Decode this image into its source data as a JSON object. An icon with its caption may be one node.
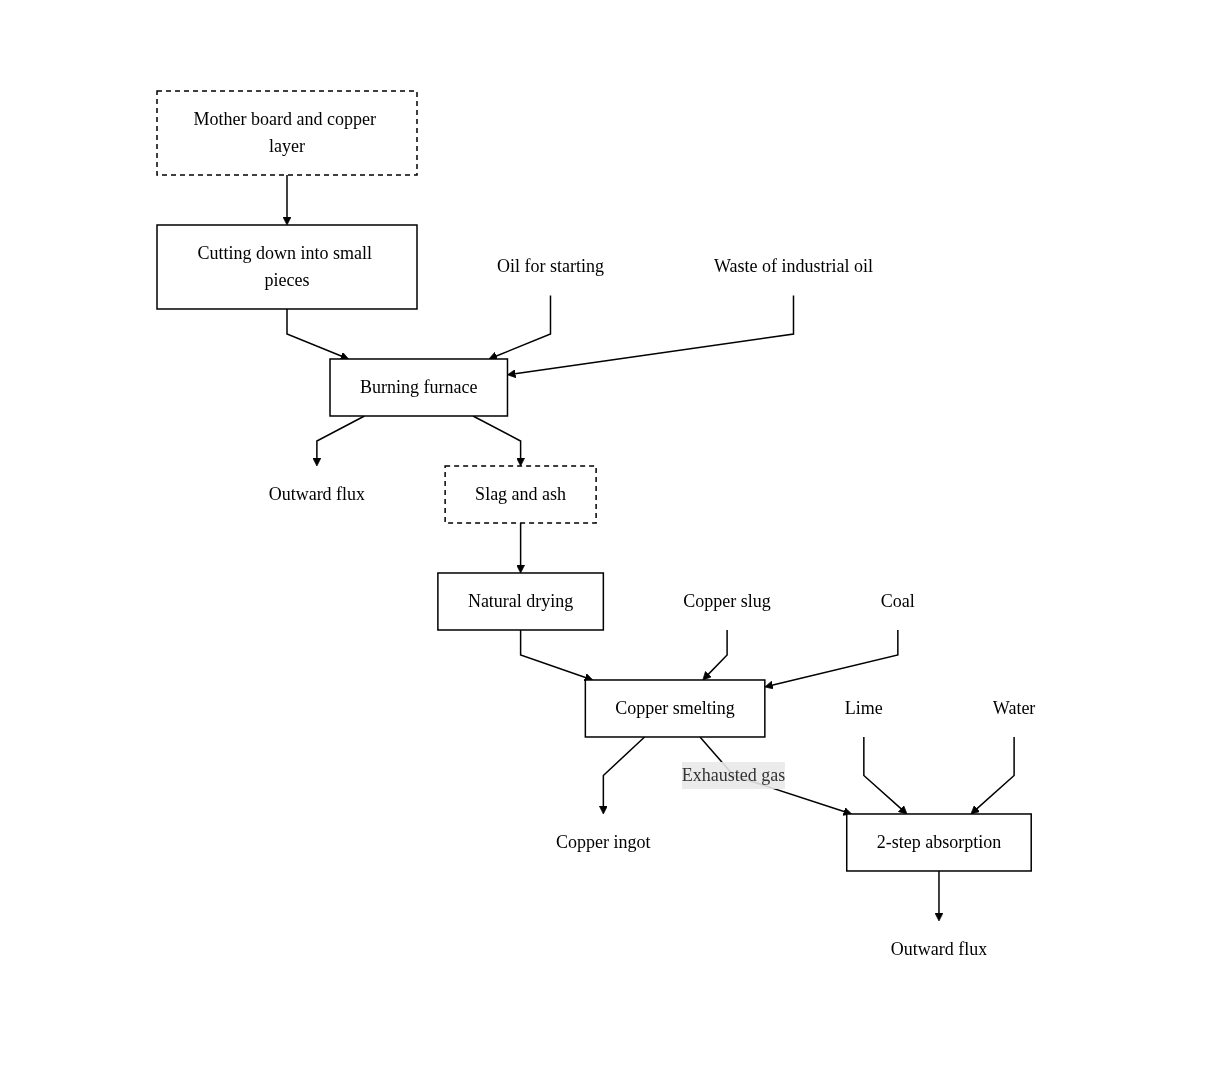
{
  "diagram": {
    "nodes": [
      {
        "text": [
          "Mother board and copper layer"
        ]
      },
      {
        "text": [
          "Cutting down into small pieces"
        ]
      },
      {
        "text": [
          "Oil for starting"
        ]
      },
      {
        "text": [
          "Waste of industrial oil"
        ]
      },
      {
        "text": [
          "Burning furnace"
        ]
      },
      {
        "text": [
          "Outward flux"
        ]
      },
      {
        "text": [
          "Slag and ash"
        ]
      },
      {
        "text": [
          "Natural drying"
        ]
      },
      {
        "text": [
          "Copper slug"
        ]
      },
      {
        "text": [
          "Coal"
        ]
      },
      {
        "text": [
          "Copper smelting"
        ]
      },
      {
        "text": [
          "Copper ingot"
        ]
      },
      {
        "text": [
          "Lime"
        ]
      },
      {
        "text": [
          "Water"
        ]
      },
      {
        "text": [
          "2-step absorption"
        ]
      },
      {
        "text": [
          "Outward flux"
        ]
      }
    ],
    "edges": [
      {
        "from": 0,
        "to": 1,
        "arrow": "to"
      },
      {
        "from": 1,
        "to": 4,
        "arrow": "to"
      },
      {
        "from": 2,
        "to": 4,
        "arrow": "to"
      },
      {
        "from": 3,
        "to": 4,
        "arrow": "to"
      },
      {
        "from": 4,
        "to": 5,
        "arrow": "to"
      },
      {
        "from": 4,
        "to": 6,
        "arrow": "to"
      },
      {
        "from": 6,
        "to": 7,
        "arrow": "to"
      },
      {
        "from": 7,
        "to": 10,
        "arrow": "to"
      },
      {
        "from": 8,
        "to": 10,
        "arrow": "to"
      },
      {
        "from": 9,
        "to": 10,
        "arrow": "to"
      },
      {
        "from": 10,
        "to": 11,
        "arrow": "to"
      },
      {
        "from": 10,
        "to": 14,
        "label": "Exhausted gas",
        "arrow": "to"
      },
      {
        "from": 12,
        "to": 14,
        "arrow": "to"
      },
      {
        "from": 13,
        "to": 14,
        "arrow": "to"
      },
      {
        "from": 14,
        "to": 15,
        "arrow": "to"
      }
    ]
  }
}
